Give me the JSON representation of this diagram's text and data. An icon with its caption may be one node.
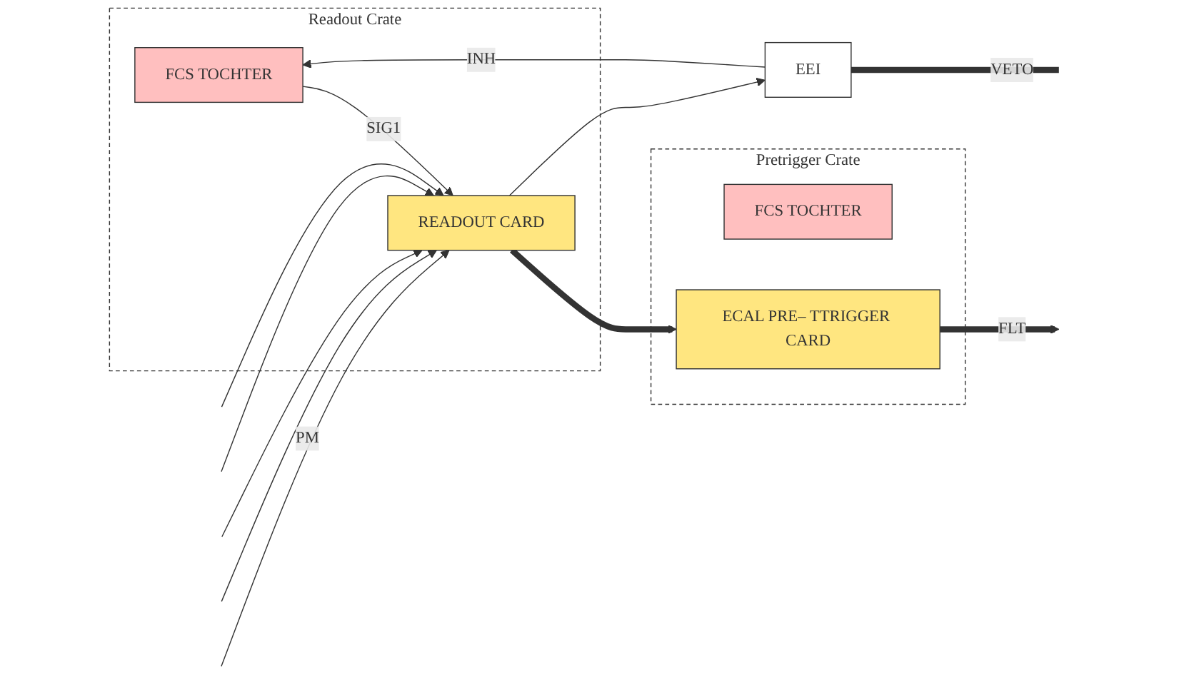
{
  "diagram": {
    "nodes": [
      {
        "text": [
          "Readout Crate"
        ]
      },
      {
        "text": [
          "FCS TOCHTER"
        ],
        "in": 0
      },
      {
        "text": [
          "READOUT CARD"
        ],
        "in": 0
      },
      {
        "text": [
          "EEI"
        ]
      },
      {
        "text": [
          "Pretrigger Crate"
        ]
      },
      {
        "text": [
          "FCS TOCHTER"
        ],
        "in": 4
      },
      {
        "text": [
          "ECAL PRE– TTRIGGER CARD"
        ],
        "in": 4
      }
    ],
    "edges": [
      {
        "from": null,
        "to": 2,
        "arrow": "to",
        "label": "PM"
      },
      {
        "from": null,
        "to": 2,
        "arrow": "to"
      },
      {
        "from": null,
        "to": 2,
        "arrow": "to"
      },
      {
        "from": null,
        "to": 2,
        "arrow": "to"
      },
      {
        "from": null,
        "to": 2,
        "arrow": "to"
      },
      {
        "from": 1,
        "to": 2,
        "arrow": "to",
        "label": "SIG1"
      },
      {
        "from": 2,
        "to": 3,
        "arrow": "to"
      },
      {
        "from": 3,
        "to": 1,
        "arrow": "to",
        "label": "INH"
      },
      {
        "from": 3,
        "to": null,
        "arrow": "none",
        "label": "VETO",
        "style": "thick"
      },
      {
        "from": 2,
        "to": 6,
        "arrow": "to",
        "style": "thick"
      },
      {
        "from": 6,
        "to": null,
        "arrow": "to",
        "label": "FLT",
        "style": "thick"
      }
    ]
  }
}
